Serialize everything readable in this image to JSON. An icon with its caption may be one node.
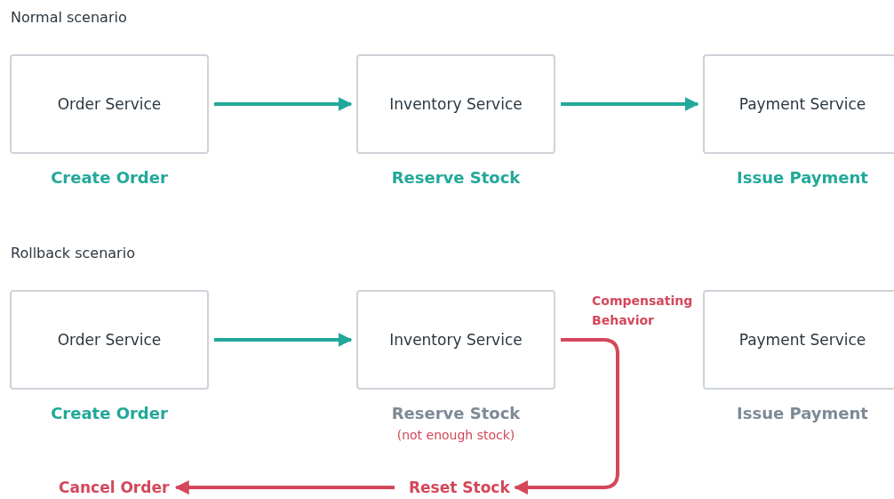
{
  "diagram": {
    "nodes": [
      {
        "text": [
          "Order Service"
        ],
        "beside": [
          "Create Order"
        ]
      },
      {
        "text": [
          "Inventory Service"
        ],
        "beside": [
          "Reserve Stock"
        ]
      },
      {
        "text": [
          "Payment Service"
        ],
        "beside": [
          "Issue Payment"
        ]
      },
      {
        "text": [
          "Order Service"
        ],
        "beside": [
          "Create Order"
        ]
      },
      {
        "text": [
          "Inventory Service"
        ],
        "beside": [
          "Reserve Stock",
          "(not enough stock)"
        ]
      },
      {
        "text": [
          "Payment Service"
        ],
        "beside": [
          "Issue Payment"
        ]
      },
      {
        "text": [
          "Reset Stock"
        ]
      },
      {
        "text": [
          "Cancel Order"
        ]
      }
    ],
    "edges": [
      {
        "from": 0,
        "to": 1,
        "arrow": "to"
      },
      {
        "from": 1,
        "to": 2,
        "arrow": "to"
      },
      {
        "from": 3,
        "to": 4,
        "arrow": "to"
      },
      {
        "from": 4,
        "to": 6,
        "arrow": "to",
        "label": "Compensating Behavior",
        "color": "#d4475a"
      },
      {
        "from": 6,
        "to": 7,
        "arrow": "to",
        "color": "#d4475a"
      }
    ],
    "labels": [
      "Normal scenario",
      "Rollback scenario"
    ]
  }
}
